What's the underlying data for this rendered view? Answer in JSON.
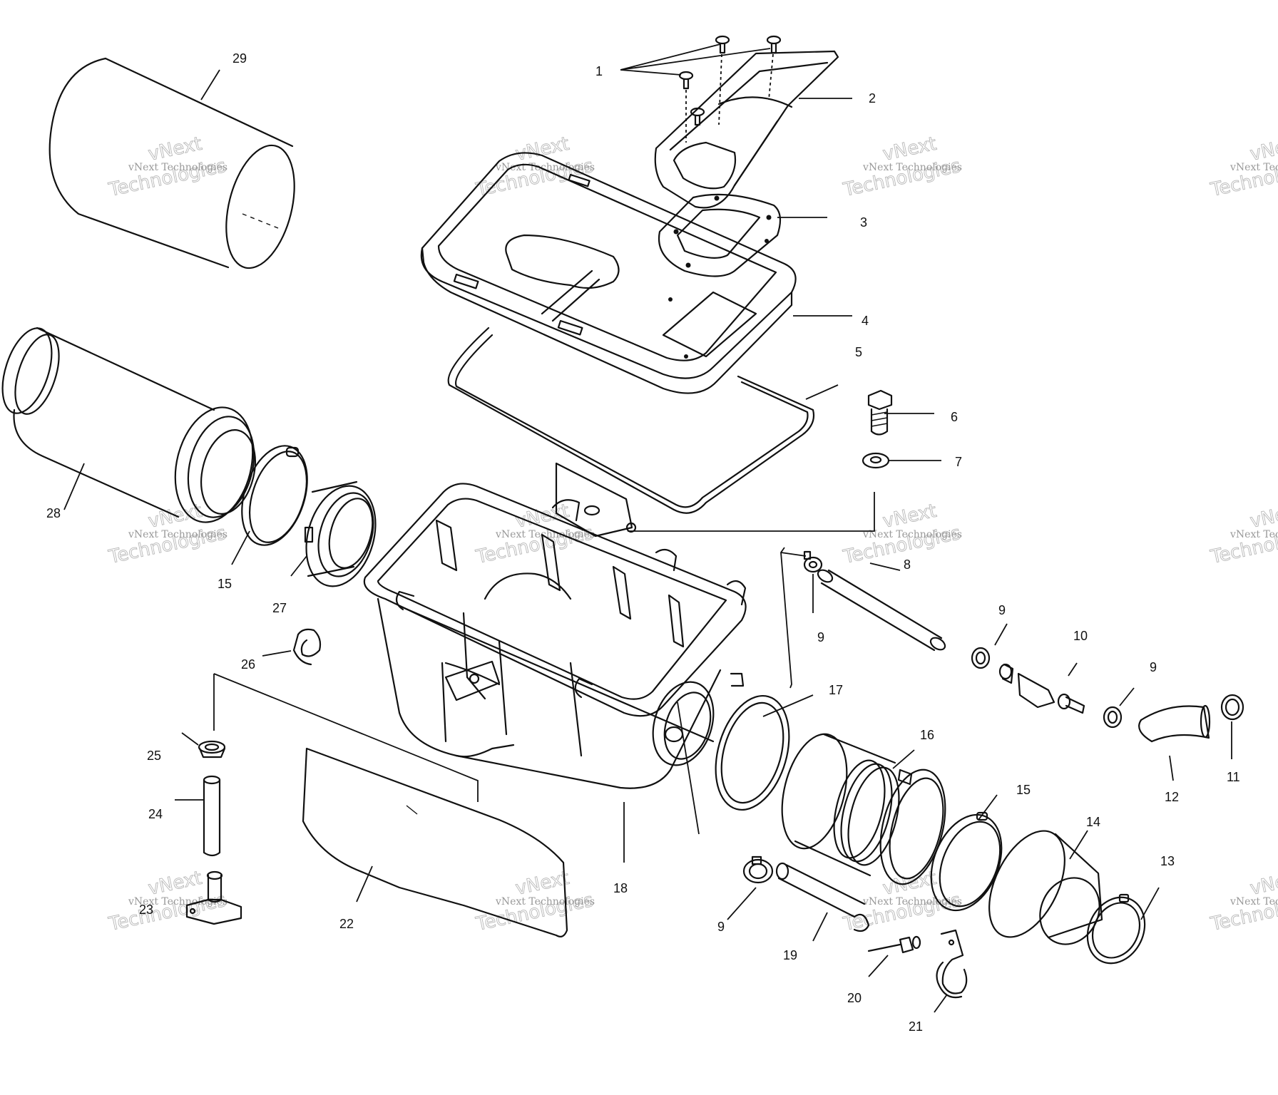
{
  "watermark": {
    "line1": "vNext Technologies",
    "line2": "Technologies",
    "arc": "vNext"
  },
  "callouts": {
    "c1": "1",
    "c2": "2",
    "c3": "3",
    "c4": "4",
    "c5": "5",
    "c6": "6",
    "c7": "7",
    "c8": "8",
    "c9a": "9",
    "c9b": "9",
    "c9c": "9",
    "c9d": "9",
    "c10": "10",
    "c11": "11",
    "c12": "12",
    "c13": "13",
    "c14": "14",
    "c15a": "15",
    "c15b": "15",
    "c16": "16",
    "c17": "17",
    "c18": "18",
    "c19": "19",
    "c20": "20",
    "c21": "21",
    "c22": "22",
    "c23": "23",
    "c24": "24",
    "c25": "25",
    "c26": "26",
    "c27": "27",
    "c28": "28",
    "c29": "29"
  }
}
